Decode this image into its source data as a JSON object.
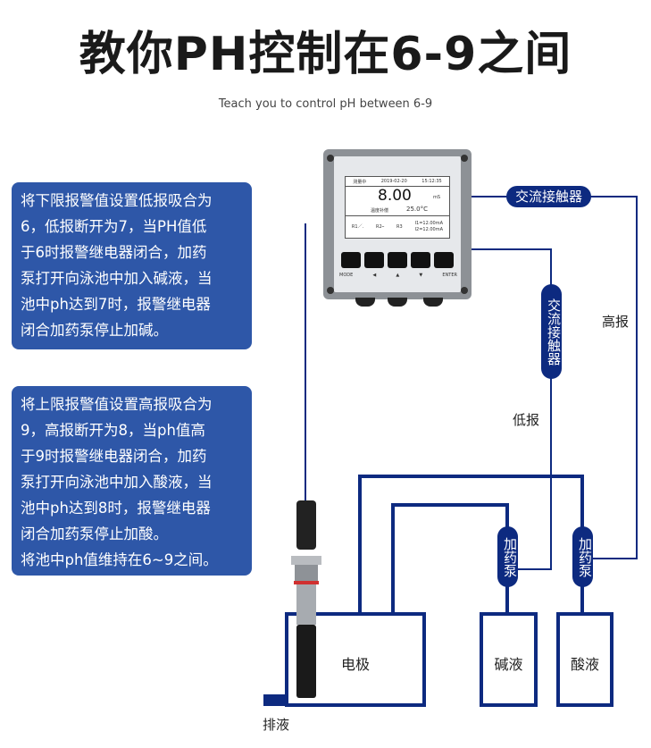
{
  "title": "教你PH控制在6-9之间",
  "subtitle": "Teach you to control pH between 6-9",
  "notes": [
    {
      "lines": [
        "将下限报警值设置低报吸合为",
        "6，低报断开为7，当PH值低",
        "于6时报警继电器闭合，加药",
        "泵打开向泳池中加入碱液，当",
        "池中ph达到7时，报警继电器",
        "闭合加药泵停止加碱。"
      ]
    },
    {
      "lines": [
        "将上限报警值设置高报吸合为",
        "9，高报断开为8，当ph值高",
        "于9时报警继电器闭合，加药",
        "泵打开向泳池中加入酸液，当",
        "池中ph达到8时，报警继电器",
        "闭合加药泵停止加酸。",
        "将池中ph值维持在6~9之间。"
      ]
    }
  ],
  "meter": {
    "status": "测量中",
    "date": "2019-02-20",
    "time": "15:12:35",
    "value": "8.00",
    "unit": "mS",
    "temp_label": "温度补偿",
    "temp": "25.0°C",
    "r1": "R1／.",
    "r2": "R2⎯",
    "r3": "R3",
    "i1": "I1=12.00mA",
    "i2": "I2=12.00mA",
    "keys": [
      "MODE",
      "◀",
      "▲",
      "▼",
      "ENTER"
    ]
  },
  "labels": {
    "contactor_high": "交流接触器",
    "contactor_low": "交流接触器",
    "high_alarm": "高报",
    "low_alarm": "低报",
    "pump_alkali": "加药泵",
    "pump_acid": "加药泵",
    "electrode": "电极",
    "alkali": "碱液",
    "acid": "酸液",
    "drain": "排液"
  },
  "colors": {
    "wire": "#0d2a80",
    "note_bg": "#2e57a8"
  }
}
